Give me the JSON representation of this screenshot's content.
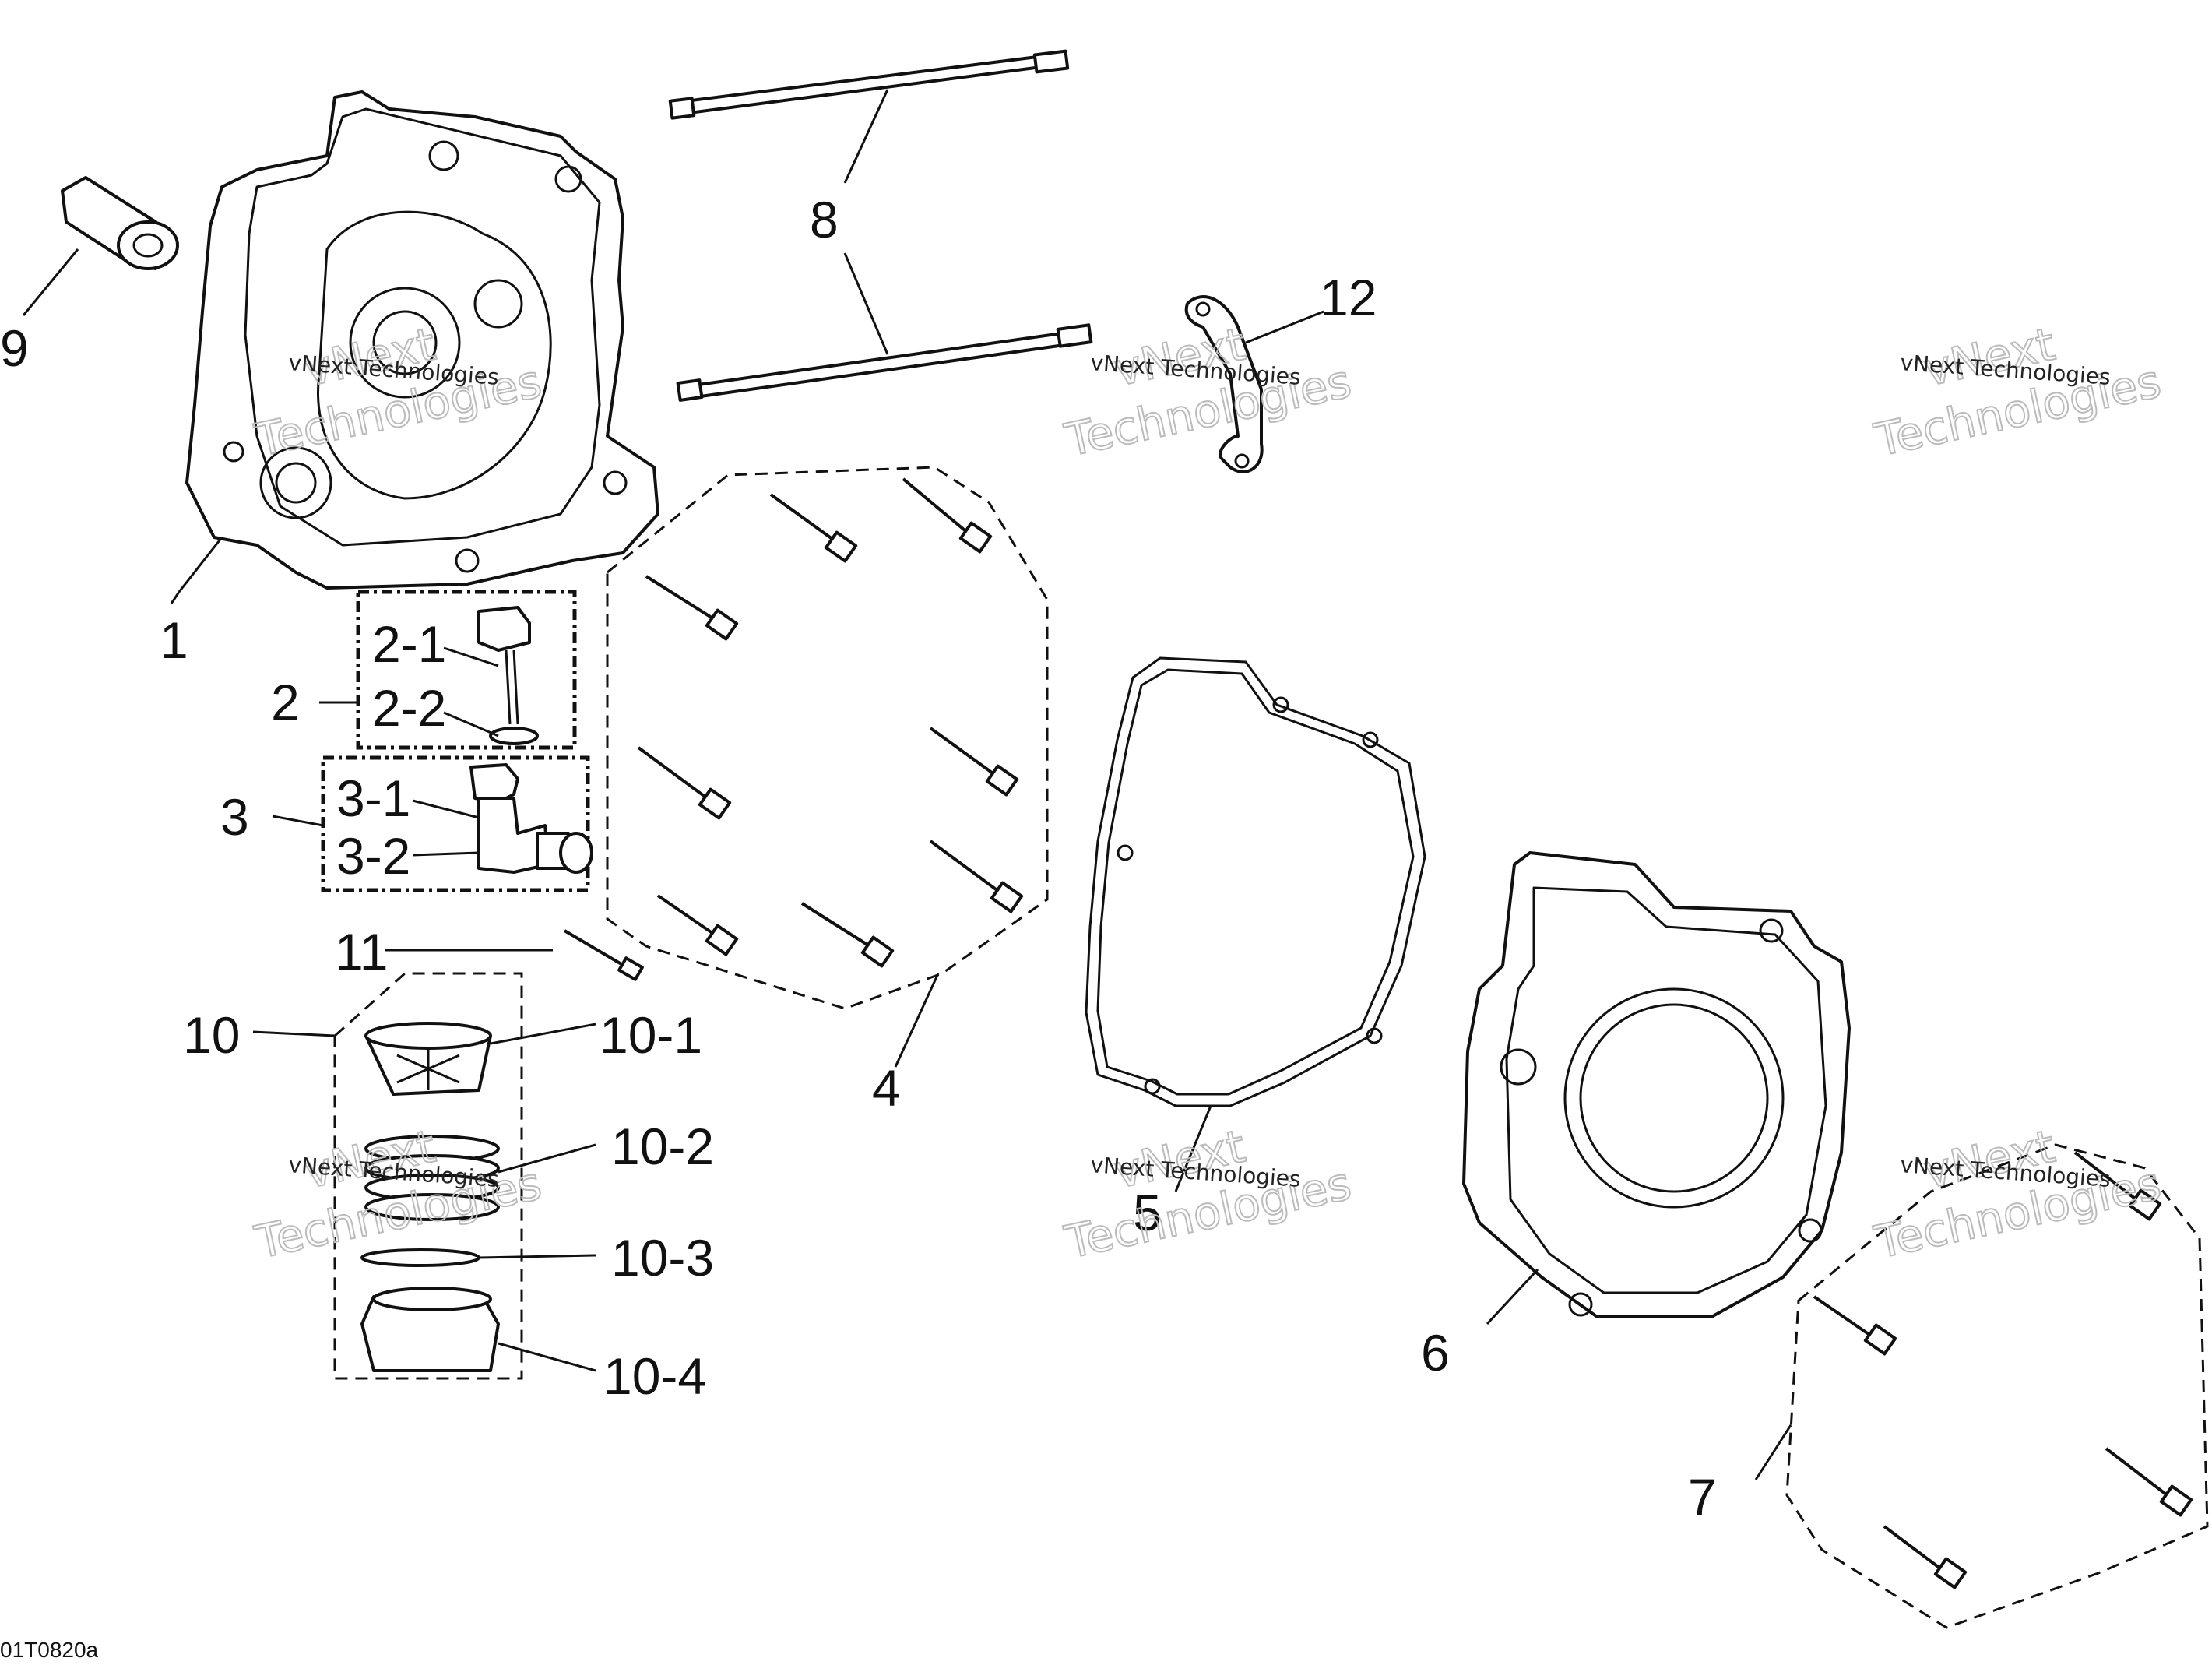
{
  "callouts": {
    "c1": "1",
    "c2": "2",
    "c2_1": "2-1",
    "c2_2": "2-2",
    "c3": "3",
    "c3_1": "3-1",
    "c3_2": "3-2",
    "c4": "4",
    "c5": "5",
    "c6": "6",
    "c7": "7",
    "c8": "8",
    "c9": "9",
    "c10": "10",
    "c10_1": "10-1",
    "c10_2": "10-2",
    "c10_3": "10-3",
    "c10_4": "10-4",
    "c11": "11",
    "c12": "12"
  },
  "watermark": {
    "small": "vNext Technologies",
    "large_line1": "vNext",
    "large_line2": "Technologies"
  },
  "figure_code": "01T0820a"
}
